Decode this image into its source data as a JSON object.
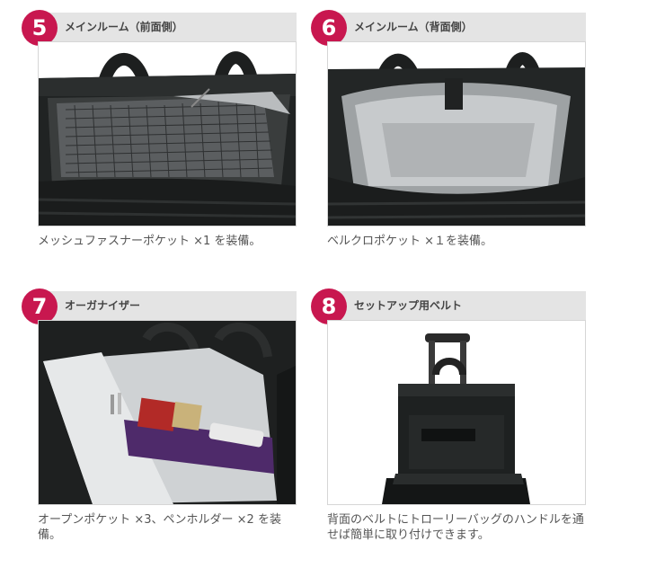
{
  "sections": [
    {
      "number": "5",
      "title": "メインルーム（前面側）",
      "caption": "メッシュファスナーポケット ×1 を装備。",
      "photo": "bag-main-room-front-mesh"
    },
    {
      "number": "6",
      "title": "メインルーム（背面側）",
      "caption": "ベルクロポケット ×１を装備。",
      "photo": "bag-main-room-back-silver"
    },
    {
      "number": "7",
      "title": "オーガナイザー",
      "caption": "オープンポケット ×3、ペンホルダー ×2 を装備。",
      "photo": "bag-organizer-pockets"
    },
    {
      "number": "8",
      "title": "セットアップ用ベルト",
      "caption": "背面のベルトにトローリーバッグのハンドルを通せば簡単に取り付けできます。",
      "photo": "bag-on-trolley-handle"
    }
  ],
  "colors": {
    "badge": "#c8174f",
    "header": "#e4e4e4",
    "text": "#555555"
  }
}
